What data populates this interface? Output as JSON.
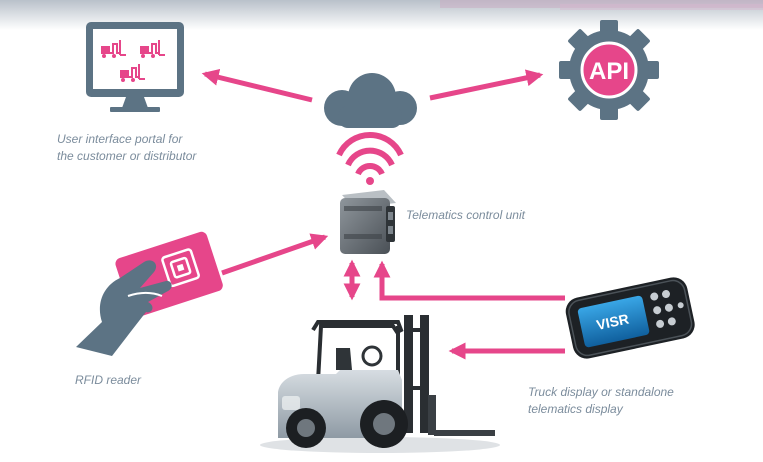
{
  "captions": {
    "portal_line1": "User interface portal for",
    "portal_line2": "the customer or distributor",
    "telematics_unit": "Telematics control unit",
    "rfid": "RFID reader",
    "display_line1": "Truck display or standalone",
    "display_line2": "telematics display"
  },
  "labels": {
    "api": "API",
    "visr": "VISR"
  },
  "icons": {
    "monitor": "computer-monitor-icon",
    "forklift_small": "forklift-icon",
    "cloud": "cloud-icon",
    "gear": "gear-icon",
    "wifi": "wifi-signal-icon",
    "control_unit": "control-unit-icon",
    "rfid_hand": "hand-rfid-card-icon",
    "handheld": "handheld-display-icon",
    "forklift_truck": "forklift-truck-image"
  },
  "colors": {
    "accent_pink": "#e6468a",
    "icon_slate": "#5c7384",
    "caption_text": "#7b8c9c",
    "white": "#ffffff"
  }
}
